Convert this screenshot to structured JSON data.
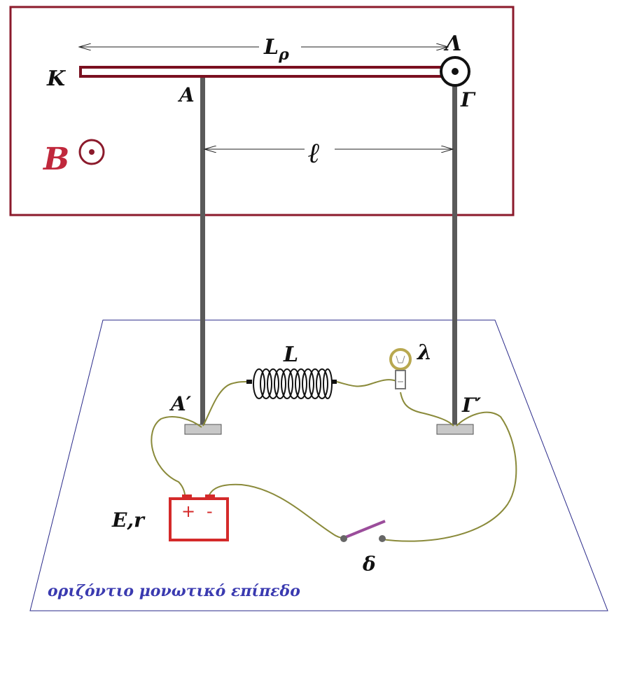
{
  "labels": {
    "K": "K",
    "L_rho": "L",
    "L_rho_sub": "ρ",
    "Lambda": "Λ",
    "A": "A",
    "Gamma": "Γ",
    "B": "B",
    "ell": "ℓ",
    "coil_L": "L",
    "lamp": "λ",
    "A_prime": "A′",
    "Gamma_prime": "Γ′",
    "battery": "E,r",
    "plus": "+",
    "minus": "-",
    "switch": "δ",
    "plane_caption": "οριζόντιο μονωτικό επίπεδο"
  },
  "colors": {
    "field_region": "#8b1a2b",
    "rod": "#7a1020",
    "rail": "#5a5a5a",
    "wire": "#8a8a3a",
    "battery": "#d42a2a",
    "switch_blade": "#9b4d9b",
    "plane_edge": "#2a2a8a",
    "plane_caption": "#3a3ab0",
    "B_label": "#c0283c",
    "lamp_bulb": "#b8a850"
  }
}
